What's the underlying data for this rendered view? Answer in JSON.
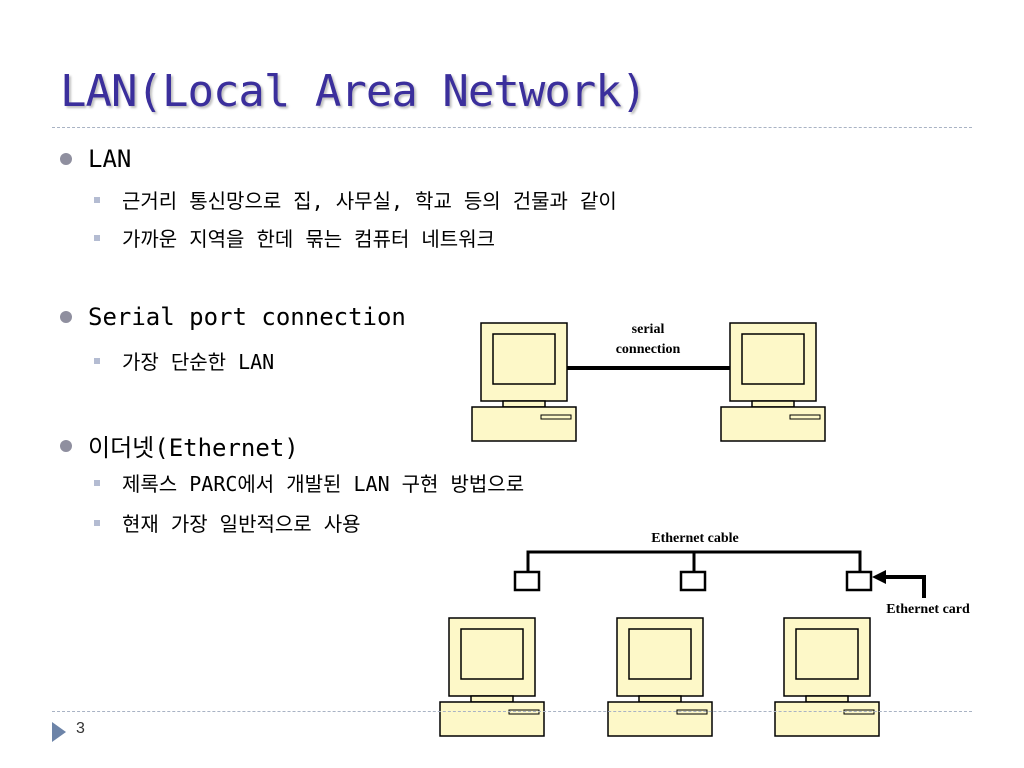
{
  "slide": {
    "title": "LAN(Local Area Network)",
    "page_number": "3"
  },
  "bullets": [
    {
      "text": "LAN",
      "subs": [
        "근거리 통신망으로 집, 사무실, 학교 등의 건물과 같이",
        "가까운 지역을 한데 묶는 컴퓨터 네트워크"
      ]
    },
    {
      "text": "Serial port connection",
      "subs": [
        "가장 단순한 LAN"
      ]
    },
    {
      "text": "이더넷(Ethernet)",
      "subs": [
        "제록스 PARC에서 개발된 LAN 구현 방법으로",
        "현재 가장 일반적으로 사용"
      ]
    }
  ],
  "diagrams": {
    "serial": {
      "label_line1": "serial",
      "label_line2": "connection"
    },
    "ethernet": {
      "cable_label": "Ethernet cable",
      "card_label": "Ethernet card"
    }
  },
  "colors": {
    "title": "#3b2f9c",
    "computer_fill": "#fdf8c8",
    "bullet_dot": "#8f8f9f",
    "sub_marker": "#b4bcd2",
    "rule": "#a9b3c4"
  },
  "icons": {
    "footer": "triangle-right-icon",
    "computer": "desktop-computer-icon"
  }
}
